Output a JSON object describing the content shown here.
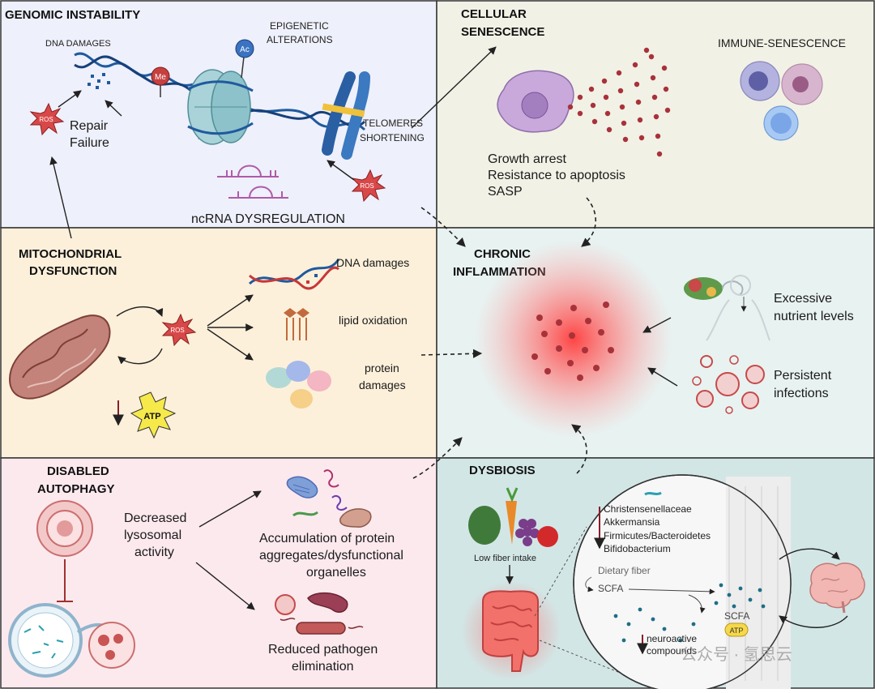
{
  "panels": {
    "genomic": {
      "title": "GENOMIC INSTABILITY",
      "dna_damages": "DNA DAMAGES",
      "epigenetic_1": "EPIGENETIC",
      "epigenetic_2": "ALTERATIONS",
      "me": "Me",
      "ac": "Ac",
      "ros": "ROS",
      "repair_1": "Repair",
      "repair_2": "Failure",
      "telomeres_1": "TELOMERES",
      "telomeres_2": "SHORTENING",
      "ncrna": "ncRNA DYSREGULATION"
    },
    "senescence": {
      "title_1": "CELLULAR",
      "title_2": "SENESCENCE",
      "immune": "IMMUNE-SENESCENCE",
      "line_1": "Growth arrest",
      "line_2": "Resistance to apoptosis",
      "line_3": "SASP"
    },
    "mito": {
      "title_1": "MITOCHONDRIAL",
      "title_2": "DYSFUNCTION",
      "ros": "ROS",
      "atp": "ATP",
      "dna": "DNA damages",
      "lipid": "lipid oxidation",
      "protein_1": "protein",
      "protein_2": "damages"
    },
    "inflammation": {
      "title_1": "CHRONIC",
      "title_2": "INFLAMMATION",
      "nutrient_1": "Excessive",
      "nutrient_2": "nutrient levels",
      "infection_1": "Persistent",
      "infection_2": "infections"
    },
    "autophagy": {
      "title_1": "DISABLED",
      "title_2": "AUTOPHAGY",
      "lyso_1": "Decreased",
      "lyso_2": "lysosomal",
      "lyso_3": "activity",
      "acc_1": "Accumulation of protein",
      "acc_2": "aggregates/dysfunctional",
      "acc_3": "organelles",
      "red_1": "Reduced pathogen",
      "red_2": "elimination"
    },
    "dysbiosis": {
      "title": "DYSBIOSIS",
      "low_fiber": "Low fiber intake",
      "bact_1": "Christensenellaceae",
      "bact_2": "Akkermansia",
      "bact_3": "Firmicutes/Bacteroidetes",
      "bact_4": "Bifidobacterium",
      "dietary": "Dietary fiber",
      "scfa": "SCFA",
      "scfa_2": "SCFA",
      "atp": "ATP",
      "neuro_1": "neuroactive",
      "neuro_2": "compounds"
    }
  },
  "watermark": "公众号 · 氢思云",
  "colors": {
    "genomic_bg": "#eef0fb",
    "senescence_bg": "#f2f1e6",
    "mito_bg": "#fdf0da",
    "inflammation_bg": "#e8f2f1",
    "autophagy_bg": "#fce9ee",
    "dysbiosis_bg": "#d3e6e6",
    "dna_blue": "#1f5a9e",
    "ros_red": "#d94848",
    "inflammation_red": "#f25a5a",
    "dot_red": "#a8323a"
  }
}
